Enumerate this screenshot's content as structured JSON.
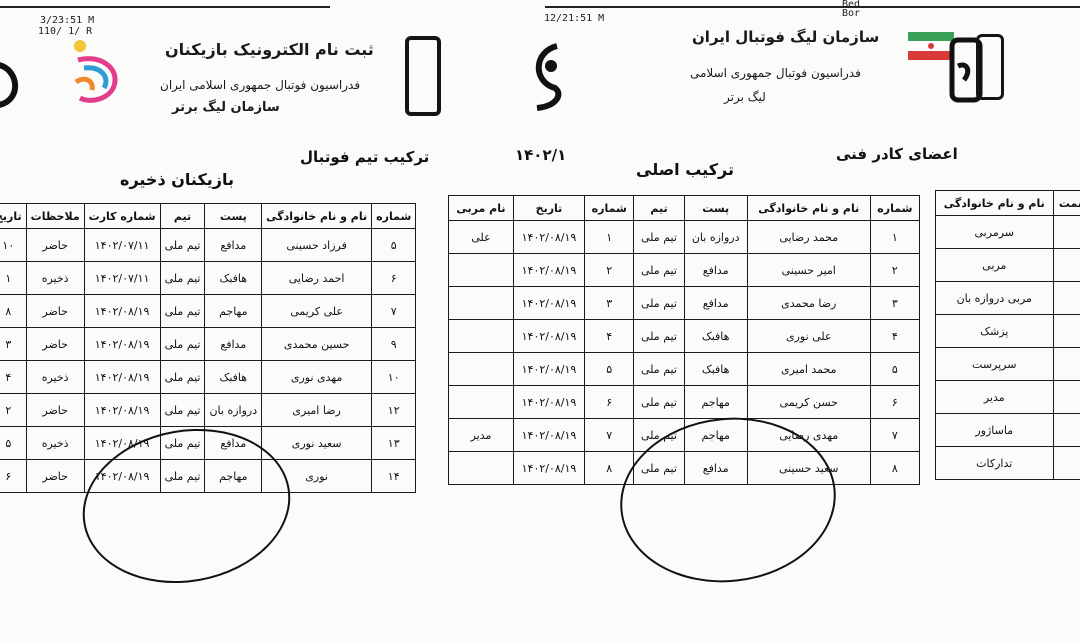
{
  "stamps": {
    "left_time": "3/23:51 M",
    "left_sub": "110/ 1/ R",
    "center_time": "12/21:51 M",
    "right_top": "Bed",
    "right_sub": "Bor"
  },
  "header": {
    "left_org_title": "ثبت نام الکترونیک بازیکنان",
    "left_sub1": "فدراسیون فوتبال جمهوری اسلامی ایران",
    "left_sub2": "سازمان لیگ برتر",
    "right_org_title": "سازمان لیگ فوتبال ایران",
    "right_sub1": "فدراسیون فوتبال جمهوری اسلامی",
    "right_sub2": "لیگ برتر"
  },
  "sections": {
    "left_title": "ترکیب تیم فوتبال",
    "left_subtitle": "بازیکنان ذخیره",
    "center_title": "ترکیب اصلی",
    "center_code": "۱۴۰۲/۱",
    "right_title": "اعضای کادر فنی"
  },
  "left_table": {
    "headers": [
      "شماره",
      "نام و نام خانوادگی",
      "پست",
      "تیم",
      "شماره کارت",
      "ملاحظات",
      "تاریخ"
    ],
    "rows": [
      [
        "۵",
        "فرزاد حسینی",
        "مدافع",
        "تیم ملی",
        "۱۴۰۲/۰۷/۱۱",
        "حاضر",
        "۱۰"
      ],
      [
        "۶",
        "احمد رضایی",
        "هافبک",
        "تیم ملی",
        "۱۴۰۲/۰۷/۱۱",
        "ذخیره",
        "۱"
      ],
      [
        "۷",
        "علی کریمی",
        "مهاجم",
        "تیم ملی",
        "۱۴۰۲/۰۸/۱۹",
        "حاضر",
        "۸"
      ],
      [
        "۹",
        "حسین محمدی",
        "مدافع",
        "تیم ملی",
        "۱۴۰۲/۰۸/۱۹",
        "حاضر",
        "۳"
      ],
      [
        "۱۰",
        "مهدی نوری",
        "هافبک",
        "تیم ملی",
        "۱۴۰۲/۰۸/۱۹",
        "ذخیره",
        "۴"
      ],
      [
        "۱۲",
        "رضا امیری",
        "دروازه بان",
        "تیم ملی",
        "۱۴۰۲/۰۸/۱۹",
        "حاضر",
        "۲"
      ],
      [
        "۱۳",
        "سعید نوری",
        "مدافع",
        "تیم ملی",
        "۱۴۰۲/۰۸/۱۹",
        "ذخیره",
        "۵"
      ],
      [
        "۱۴",
        "نوری",
        "مهاجم",
        "تیم ملی",
        "۱۴۰۲/۰۸/۱۹",
        "حاضر",
        "۶"
      ]
    ]
  },
  "center_table": {
    "headers": [
      "شماره",
      "نام و نام خانوادگی",
      "پست",
      "تیم",
      "شماره",
      "تاریخ",
      "نام مربی"
    ],
    "rows": [
      [
        "۱",
        "محمد رضایی",
        "دروازه بان",
        "تیم ملی",
        "۱",
        "۱۴۰۲/۰۸/۱۹",
        "علی"
      ],
      [
        "۲",
        "امیر حسینی",
        "مدافع",
        "تیم ملی",
        "۲",
        "۱۴۰۲/۰۸/۱۹",
        ""
      ],
      [
        "۳",
        "رضا محمدی",
        "مدافع",
        "تیم ملی",
        "۳",
        "۱۴۰۲/۰۸/۱۹",
        ""
      ],
      [
        "۴",
        "علی نوری",
        "هافبک",
        "تیم ملی",
        "۴",
        "۱۴۰۲/۰۸/۱۹",
        ""
      ],
      [
        "۵",
        "محمد امیری",
        "هافبک",
        "تیم ملی",
        "۵",
        "۱۴۰۲/۰۸/۱۹",
        ""
      ],
      [
        "۶",
        "حسن کریمی",
        "مهاجم",
        "تیم ملی",
        "۶",
        "۱۴۰۲/۰۸/۱۹",
        ""
      ],
      [
        "۷",
        "مهدی رضایی",
        "مهاجم",
        "تیم ملی",
        "۷",
        "۱۴۰۲/۰۸/۱۹",
        "مدیر"
      ],
      [
        "۸",
        "سعید حسینی",
        "مدافع",
        "تیم ملی",
        "۸",
        "۱۴۰۲/۰۸/۱۹",
        ""
      ]
    ]
  },
  "right_table": {
    "headers": [
      "سمت",
      "نام و نام خانوادگی"
    ],
    "rows": [
      [
        "",
        "سرمربی"
      ],
      [
        "",
        "مربی"
      ],
      [
        "",
        "مربی دروازه بان"
      ],
      [
        "",
        "پزشک"
      ],
      [
        "",
        "سرپرست"
      ],
      [
        "",
        "مدیر"
      ],
      [
        "",
        "ماساژور"
      ],
      [
        "",
        "تدارکات"
      ]
    ]
  }
}
